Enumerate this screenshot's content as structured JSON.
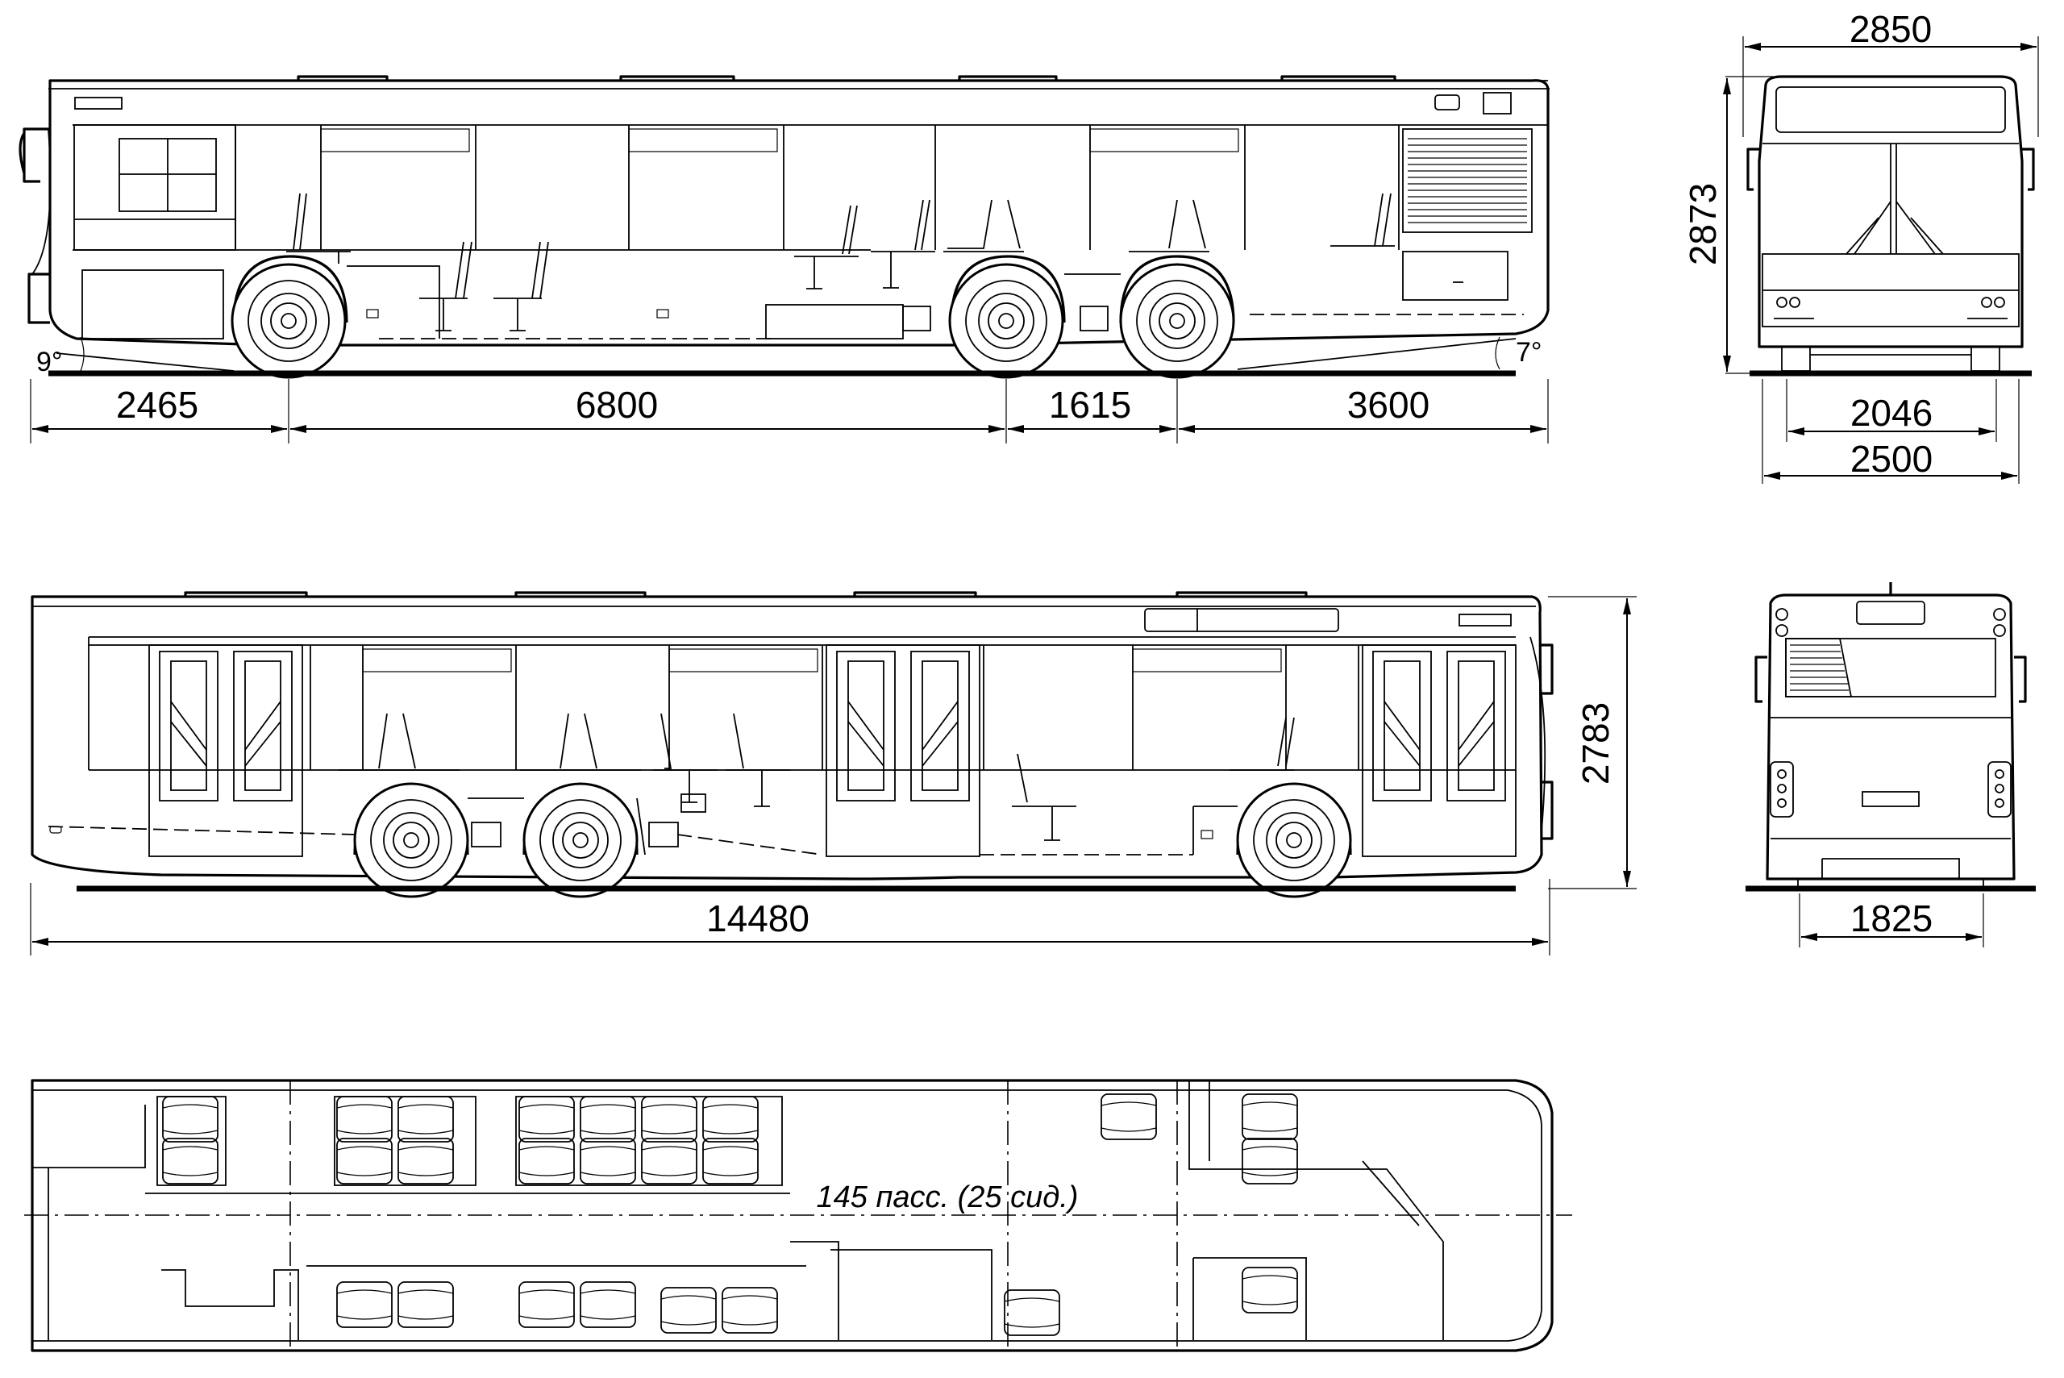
{
  "side_view_top": {
    "dim_front_overhang": "2465",
    "dim_wheelbase": "6800",
    "dim_axle_spacing": "1615",
    "dim_rear_overhang": "3600",
    "angle_front": "9°",
    "angle_rear": "7°"
  },
  "front_view": {
    "dim_mirror_width": "2850",
    "dim_height": "2873",
    "dim_track": "2046",
    "dim_width": "2500"
  },
  "side_view_bottom": {
    "dim_height": "2783",
    "dim_length": "14480"
  },
  "rear_view": {
    "dim_rear_track": "1825"
  },
  "plan_view": {
    "capacity_caption": "145 пасс. (25 сид.)"
  }
}
